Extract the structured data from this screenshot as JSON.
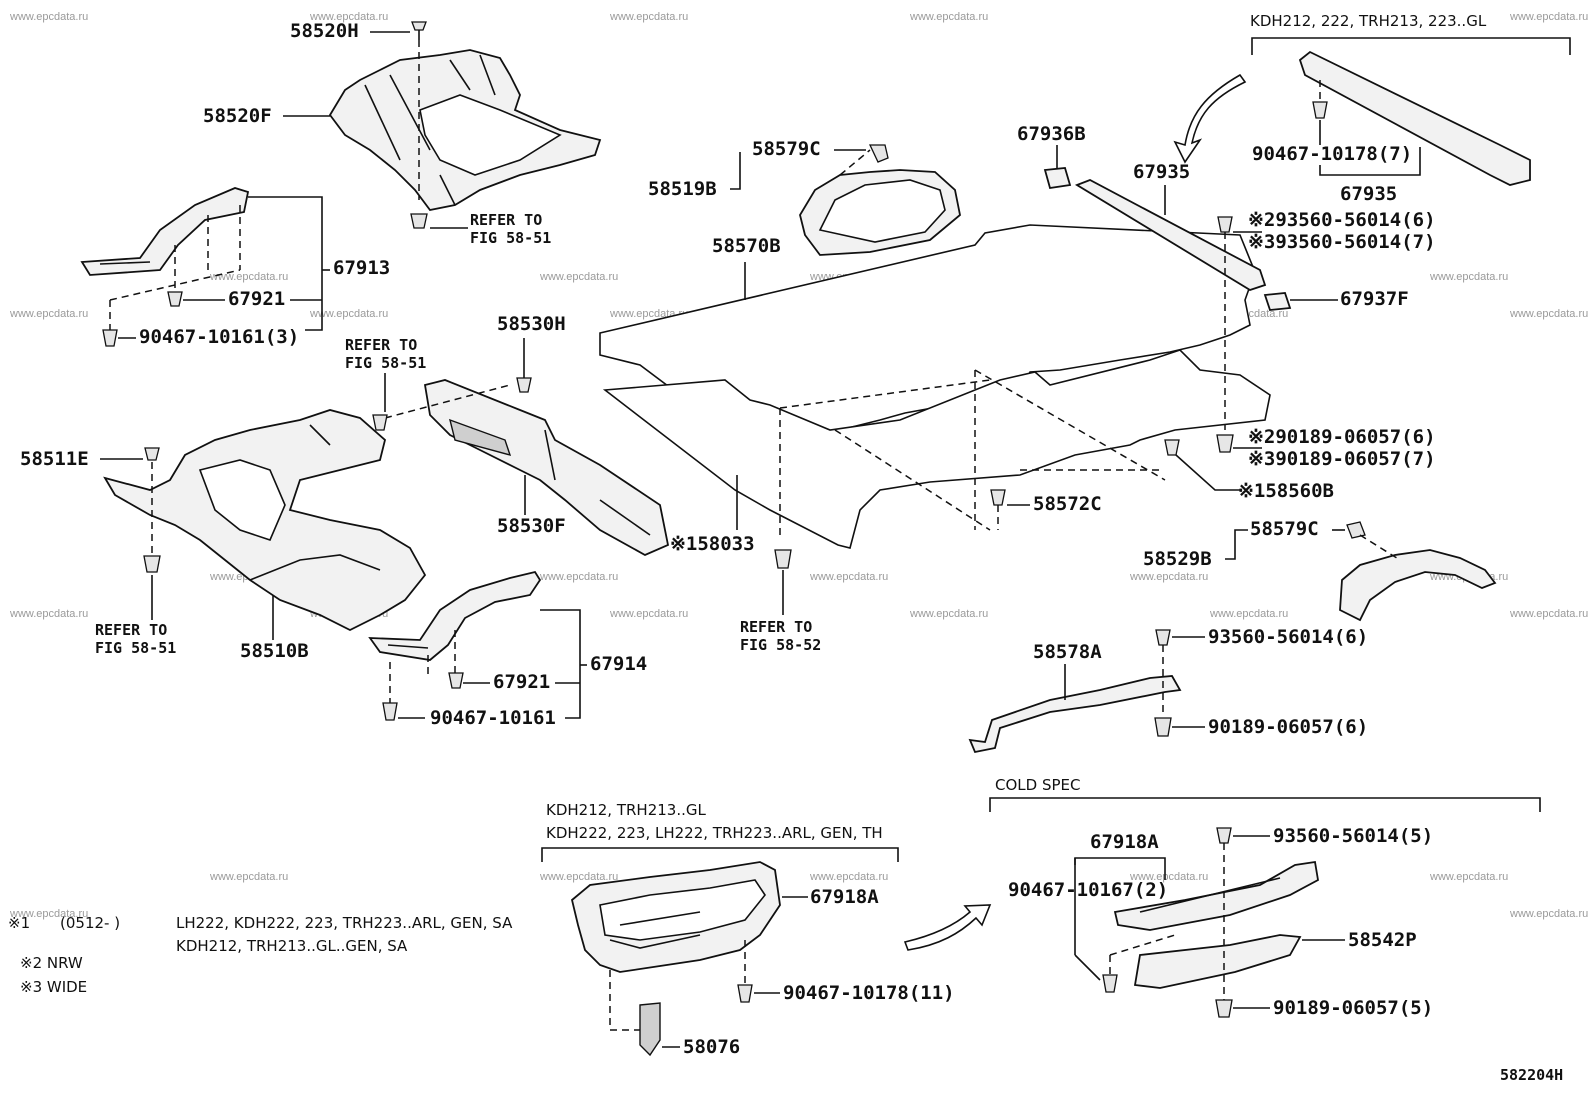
{
  "watermark": "www.epcdata.ru",
  "diagram_code": "582204H",
  "parts": {
    "p58520H": "58520H",
    "p58520F": "58520F",
    "p67913": "67913",
    "p67921a": "67921",
    "p90467_10161_3": "90467-10161(3)",
    "p58530H": "58530H",
    "p58511E": "58511E",
    "p58530F": "58530F",
    "p58510B": "58510B",
    "p67921b": "67921",
    "p67914": "67914",
    "p90467_10161": "90467-10161",
    "p58579C_top": "58579C",
    "p58519B": "58519B",
    "p58570B": "58570B",
    "p58033": "※158033",
    "p58572C": "58572C",
    "p67936B": "67936B",
    "p67935a": "67935",
    "p67935b": "67935",
    "p90467_10178_7": "90467-10178(7)",
    "p93560_56014_6_nrw": "※293560-56014(6)",
    "p93560_56014_7_wide": "※393560-56014(7)",
    "p67937F": "67937F",
    "p90189_06057_6_nrw": "※290189-06057(6)",
    "p90189_06057_7_wide": "※390189-06057(7)",
    "p58560B": "※158560B",
    "p58579C_right": "58579C",
    "p58529B": "58529B",
    "p93560_56014_6": "93560-56014(6)",
    "p58578A": "58578A",
    "p90189_06057_6": "90189-06057(6)",
    "p67918A_left": "67918A",
    "p90467_10178_11": "90467-10178(11)",
    "p58076": "58076",
    "p67918A_right": "67918A",
    "p93560_56014_5": "93560-56014(5)",
    "p90467_10167_2": "90467-10167(2)",
    "p58542P": "58542P",
    "p90189_06057_5": "90189-06057(5)"
  },
  "refer": {
    "r1_line1": "REFER TO",
    "r1_line2": "FIG 58-51",
    "r2_line1": "REFER TO",
    "r2_line2": "FIG 58-51",
    "r3_line1": "REFER TO",
    "r3_line2": "FIG 58-51",
    "r4_line1": "REFER TO",
    "r4_line2": "FIG 58-52"
  },
  "groups": {
    "top_right_models": "KDH212, 222, TRH213, 223..GL",
    "cold_spec": "COLD SPEC",
    "box_models_line1": "KDH212, TRH213..GL",
    "box_models_line2": "KDH222, 223, LH222, TRH223..ARL, GEN, TH"
  },
  "notes": {
    "n1_mark": "※1",
    "n1_range": "(0512-     )",
    "n1_line1": "LH222, KDH222, 223, TRH223..ARL, GEN, SA",
    "n1_line2": "KDH212, TRH213..GL..GEN, SA",
    "n2": "※2  NRW",
    "n3": "※3  WIDE"
  }
}
